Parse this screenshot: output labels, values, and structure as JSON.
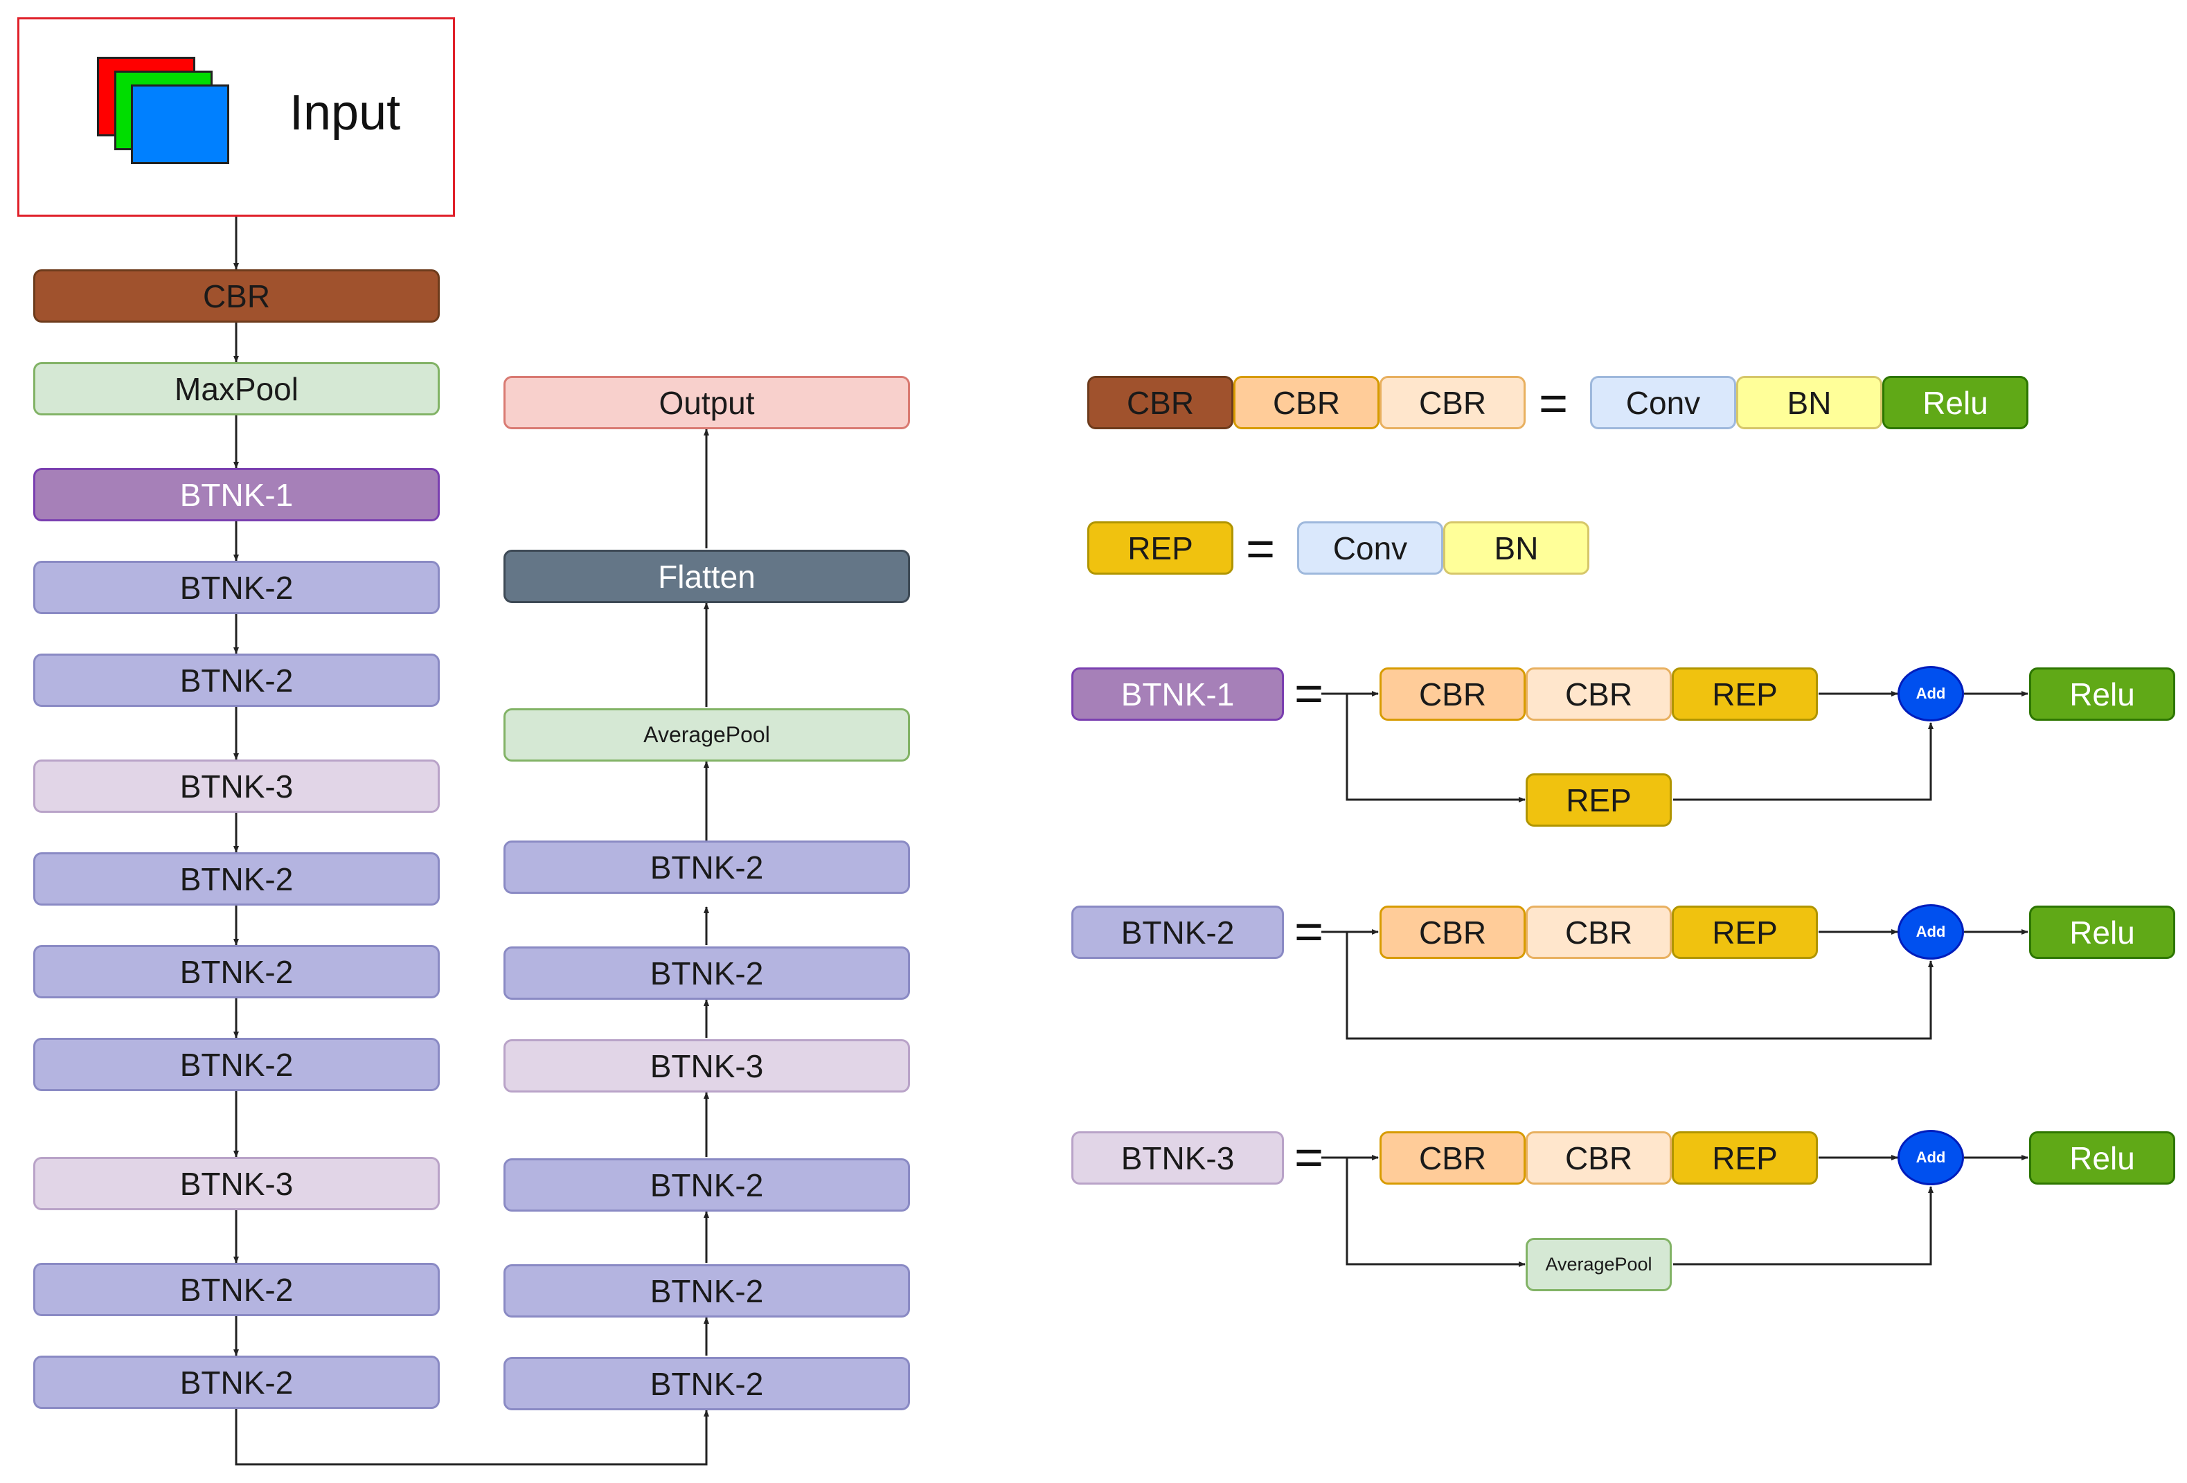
{
  "input": {
    "label": "Input"
  },
  "colors": {
    "cbr_dark": "#a0522d",
    "cbr_mid": "#ffcc99",
    "cbr_light": "#ffe6cc",
    "conv": "#dae8fc",
    "bn": "#ffff99",
    "relu": "#60a917",
    "rep": "#f0c20f",
    "maxpool": "#d5e8d4",
    "btnk1": "#a680b8",
    "btnk2": "#b4b4e0",
    "btnk3": "#e1d5e7",
    "output": "#f8d0cc",
    "flatten": "#647687",
    "add": "#0050ef",
    "input_border": "#e0202a"
  },
  "channel_colors": [
    "#ff0000",
    "#00dd00",
    "#0080ff"
  ],
  "left_column": [
    "CBR",
    "MaxPool",
    "BTNK-1",
    "BTNK-2",
    "BTNK-2",
    "BTNK-3",
    "BTNK-2",
    "BTNK-2",
    "BTNK-2",
    "BTNK-3",
    "BTNK-2",
    "BTNK-2"
  ],
  "mid_column": [
    "Output",
    "Flatten",
    "AveragePool",
    "BTNK-2",
    "BTNK-2",
    "BTNK-3",
    "BTNK-2",
    "BTNK-2",
    "BTNK-2"
  ],
  "legend": {
    "cbr_def": {
      "lhs": [
        "CBR",
        "CBR",
        "CBR"
      ],
      "eq": "=",
      "rhs": [
        "Conv",
        "BN",
        "Relu"
      ]
    },
    "rep_def": {
      "lhs": "REP",
      "eq": "=",
      "rhs": [
        "Conv",
        "BN"
      ]
    },
    "btnk1_def": {
      "lhs": "BTNK-1",
      "eq": "=",
      "main": [
        "CBR",
        "CBR",
        "REP"
      ],
      "add": "Add",
      "out": "Relu",
      "shortcut": "REP"
    },
    "btnk2_def": {
      "lhs": "BTNK-2",
      "eq": "=",
      "main": [
        "CBR",
        "CBR",
        "REP"
      ],
      "add": "Add",
      "out": "Relu"
    },
    "btnk3_def": {
      "lhs": "BTNK-3",
      "eq": "=",
      "main": [
        "CBR",
        "CBR",
        "REP"
      ],
      "add": "Add",
      "out": "Relu",
      "shortcut": "AveragePool"
    }
  }
}
